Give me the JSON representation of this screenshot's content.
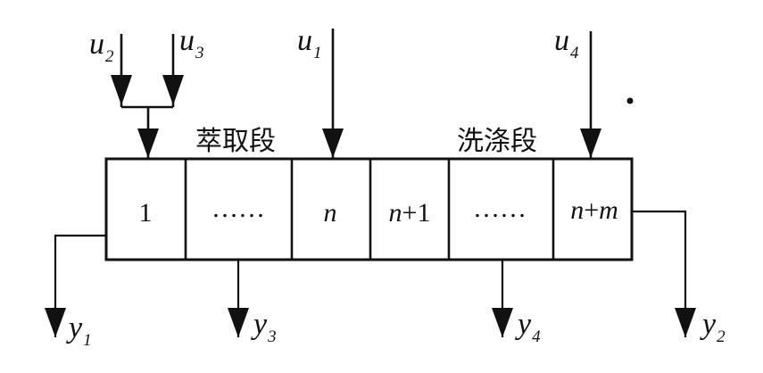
{
  "inputs": {
    "u2": {
      "base": "u",
      "sub": "2"
    },
    "u3": {
      "base": "u",
      "sub": "3"
    },
    "u1": {
      "base": "u",
      "sub": "1"
    },
    "u4": {
      "base": "u",
      "sub": "4"
    }
  },
  "outputs": {
    "y1": {
      "base": "y",
      "sub": "1"
    },
    "y3": {
      "base": "y",
      "sub": "3"
    },
    "y4": {
      "base": "y",
      "sub": "4"
    },
    "y2": {
      "base": "y",
      "sub": "2"
    }
  },
  "sections": {
    "extraction": "萃取段",
    "washing": "洗涤段"
  },
  "cells": {
    "c1": "1",
    "c2": "……",
    "c3": "n",
    "c4_var": "n",
    "c4_rest": "+1",
    "c5": "……",
    "c6_var": "n",
    "c6_mid": "+",
    "c6_var2": "m"
  }
}
